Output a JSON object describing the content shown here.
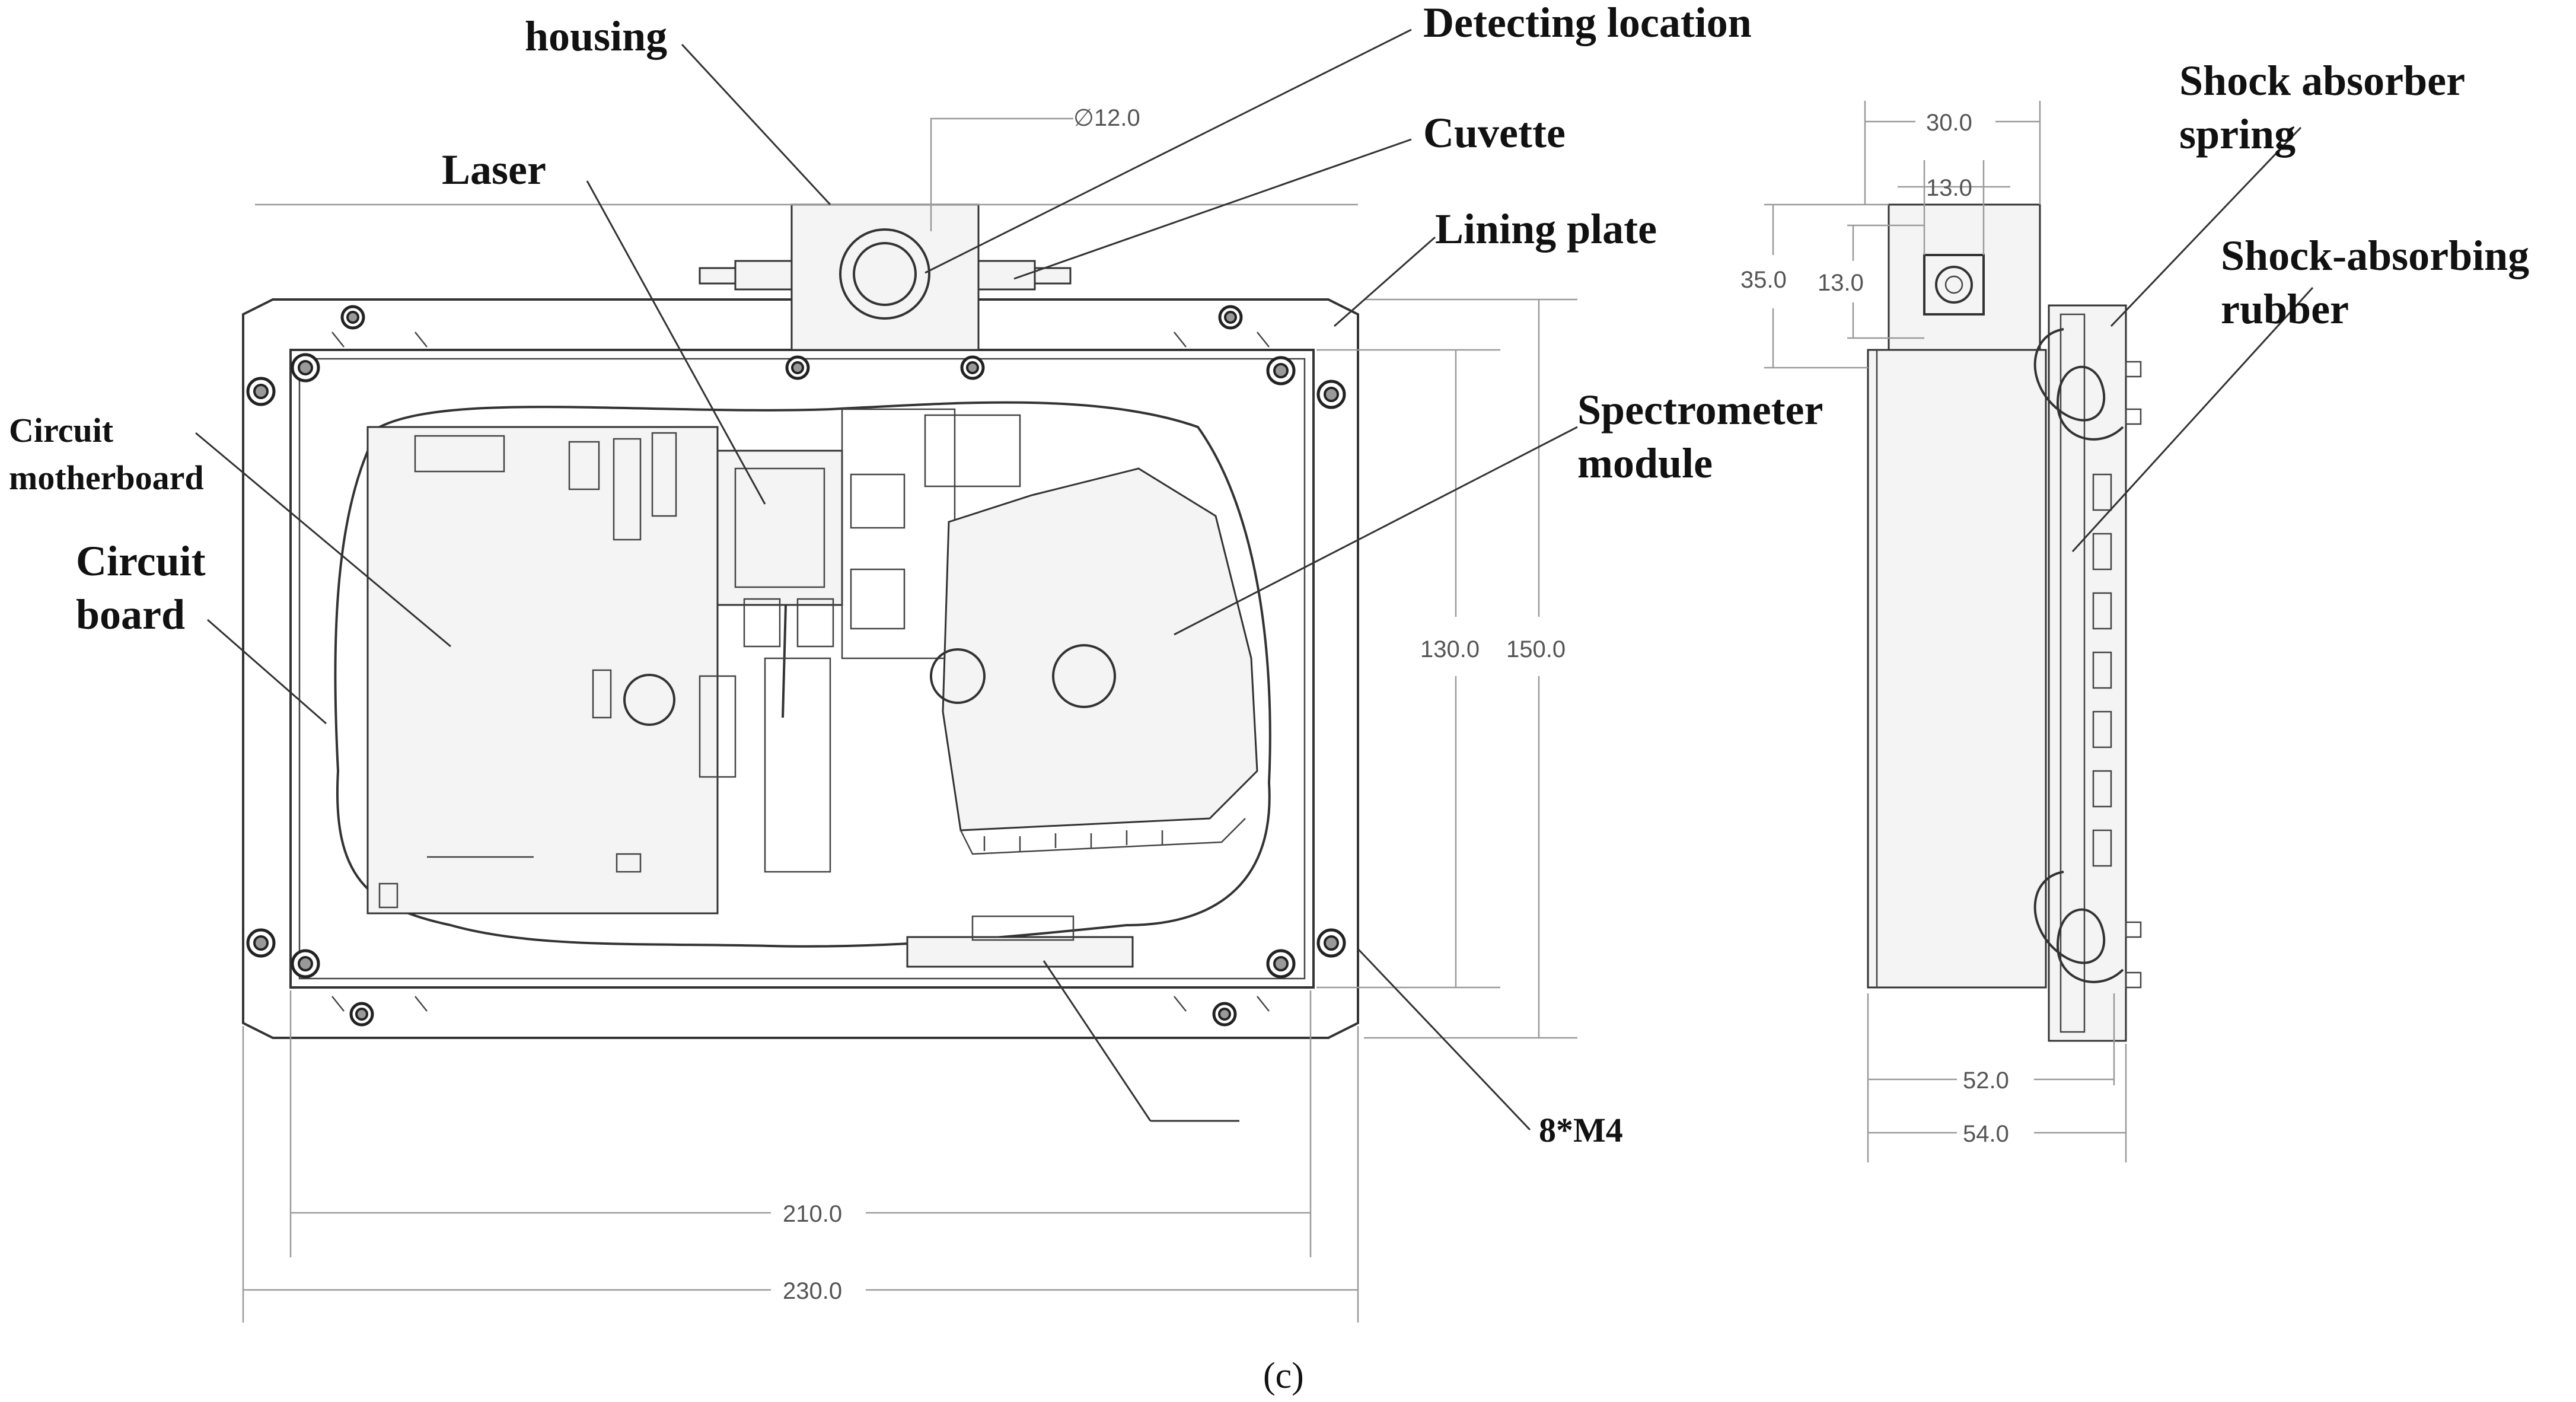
{
  "figure": {
    "caption": "(c)"
  },
  "front_view": {
    "callouts": {
      "housing": "housing",
      "detecting_location": "Detecting location",
      "cuvette": "Cuvette",
      "laser": "Laser",
      "lining_plate": "Lining plate",
      "circuit_motherboard_line1": "Circuit",
      "circuit_motherboard_line2": "motherboard",
      "circuit_board_line1": "Circuit",
      "circuit_board_line2": "board",
      "spectrometer_line1": "Spectrometer",
      "spectrometer_line2": "module",
      "screws": "8*M4"
    },
    "dimensions": {
      "cuvette_diameter": "∅12.0",
      "inner_height": "130.0",
      "outer_height": "150.0",
      "inner_width": "210.0",
      "outer_width": "230.0"
    }
  },
  "side_view": {
    "callouts": {
      "spring_line1": "Shock absorber",
      "spring_line2": "spring",
      "rubber_line1": "Shock-absorbing",
      "rubber_line2": "rubber"
    },
    "dimensions": {
      "top_width": "30.0",
      "port_width": "13.0",
      "top_height": "35.0",
      "port_height": "13.0",
      "body_depth": "52.0",
      "total_depth": "54.0"
    }
  }
}
